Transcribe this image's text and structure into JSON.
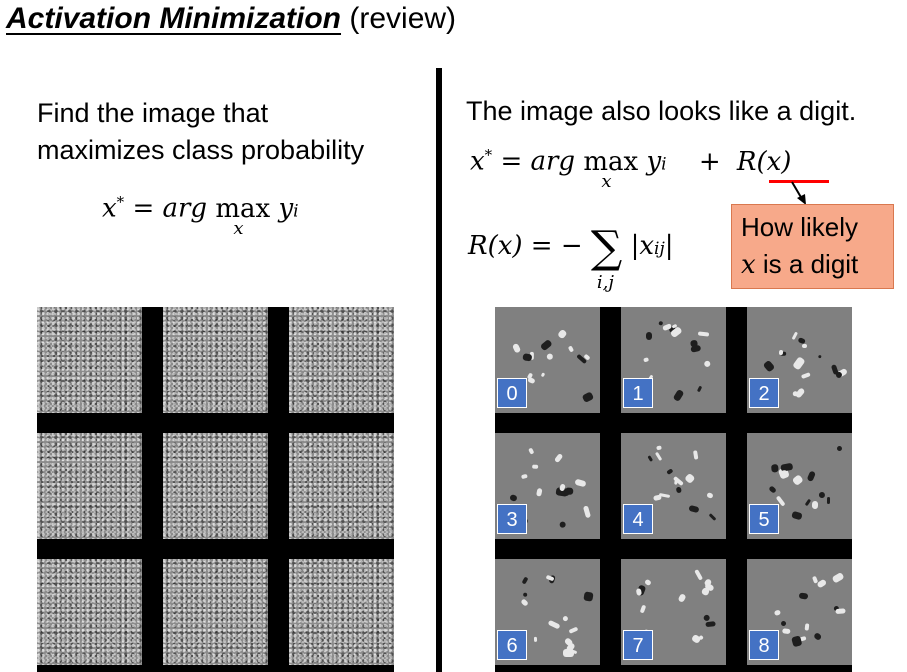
{
  "title": {
    "main": "Activation Minimization",
    "suffix": "(review)"
  },
  "left": {
    "text_line1": "Find the image that",
    "text_line2": "maximizes class probability",
    "formula": {
      "lhs": "x",
      "lhs_sup": "*",
      "eq": "=",
      "argtext": "arg",
      "max": "max",
      "max_sub": "x",
      "rhs": "y",
      "rhs_sub": "i"
    }
  },
  "right": {
    "text": "The image also looks like a digit.",
    "formula1": {
      "lhs": "x",
      "lhs_sup": "*",
      "eq": "=",
      "argtext": "arg",
      "max": "max",
      "max_sub": "x",
      "rhs": "y",
      "rhs_sub": "i",
      "plus": "+",
      "reg": "R(x)"
    },
    "formula2": {
      "lhs": "R(x)",
      "eq": "= −",
      "sum": "∑",
      "sum_sub": "i,j",
      "abs_open": "|",
      "var": "x",
      "var_sub": "ij",
      "abs_close": "|"
    },
    "callout": {
      "line1": "How likely",
      "line2_var": "x",
      "line2_rest": " is a digit"
    },
    "colors": {
      "callout_bg": "#f7a98a",
      "underline": "#ff0000",
      "badge": "#4472c4"
    },
    "digit_labels": [
      "0",
      "1",
      "2",
      "3",
      "4",
      "5",
      "6",
      "7",
      "8"
    ]
  }
}
